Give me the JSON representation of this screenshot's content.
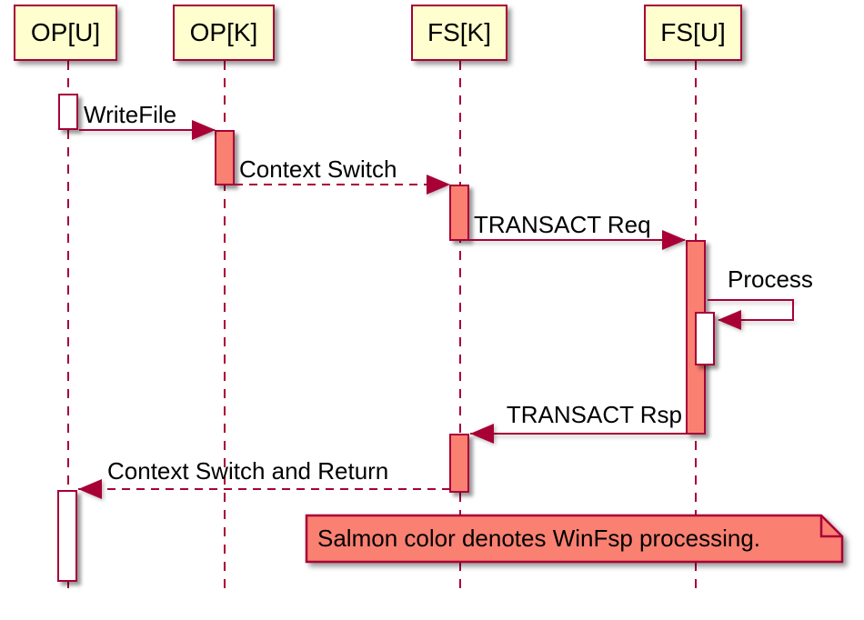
{
  "diagram": {
    "type": "sequence-diagram",
    "participants": [
      {
        "id": "opu",
        "label": "OP[U]"
      },
      {
        "id": "opk",
        "label": "OP[K]"
      },
      {
        "id": "fsk",
        "label": "FS[K]"
      },
      {
        "id": "fsu",
        "label": "FS[U]"
      }
    ],
    "messages": [
      {
        "label": "WriteFile",
        "from": "OP[U]",
        "to": "OP[K]",
        "style": "solid",
        "direction": "right"
      },
      {
        "label": "Context Switch",
        "from": "OP[K]",
        "to": "FS[K]",
        "style": "dashed",
        "direction": "right"
      },
      {
        "label": "TRANSACT Req",
        "from": "FS[K]",
        "to": "FS[U]",
        "style": "solid",
        "direction": "right"
      },
      {
        "label": "Process",
        "from": "FS[U]",
        "to": "FS[U]",
        "style": "solid",
        "direction": "self"
      },
      {
        "label": "TRANSACT Rsp",
        "from": "FS[U]",
        "to": "FS[K]",
        "style": "solid",
        "direction": "left"
      },
      {
        "label": "Context Switch and Return",
        "from": "FS[K]",
        "to": "OP[U]",
        "style": "dashed",
        "direction": "left"
      }
    ],
    "note": {
      "text": "Salmon color denotes WinFsp processing."
    },
    "colors": {
      "accent": "#A80036",
      "participant_fill": "#FEFECE",
      "salmon": "#FA8072",
      "activation_plain": "#FFFFFF",
      "background": "#FFFFFF"
    }
  }
}
